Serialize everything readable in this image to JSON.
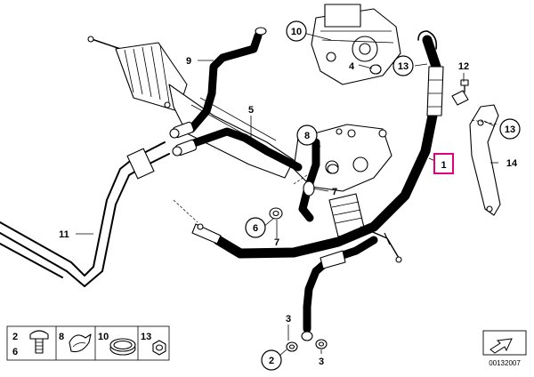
{
  "callouts": {
    "c1": "1",
    "c2": "2",
    "c3a": "3",
    "c3b": "3",
    "c4": "4",
    "c5": "5",
    "c6": "6",
    "c7a": "7",
    "c7b": "7",
    "c8": "8",
    "c9": "9",
    "c10": "10",
    "c11": "11",
    "c12": "12",
    "c13a": "13",
    "c13b": "13",
    "c14": "14"
  },
  "legend": {
    "cell1_top": "2",
    "cell1_bottom": "6",
    "cell2": "8",
    "cell3": "10",
    "cell4": "13"
  },
  "document_number": "00132007",
  "highlight_color": "#e0007a"
}
